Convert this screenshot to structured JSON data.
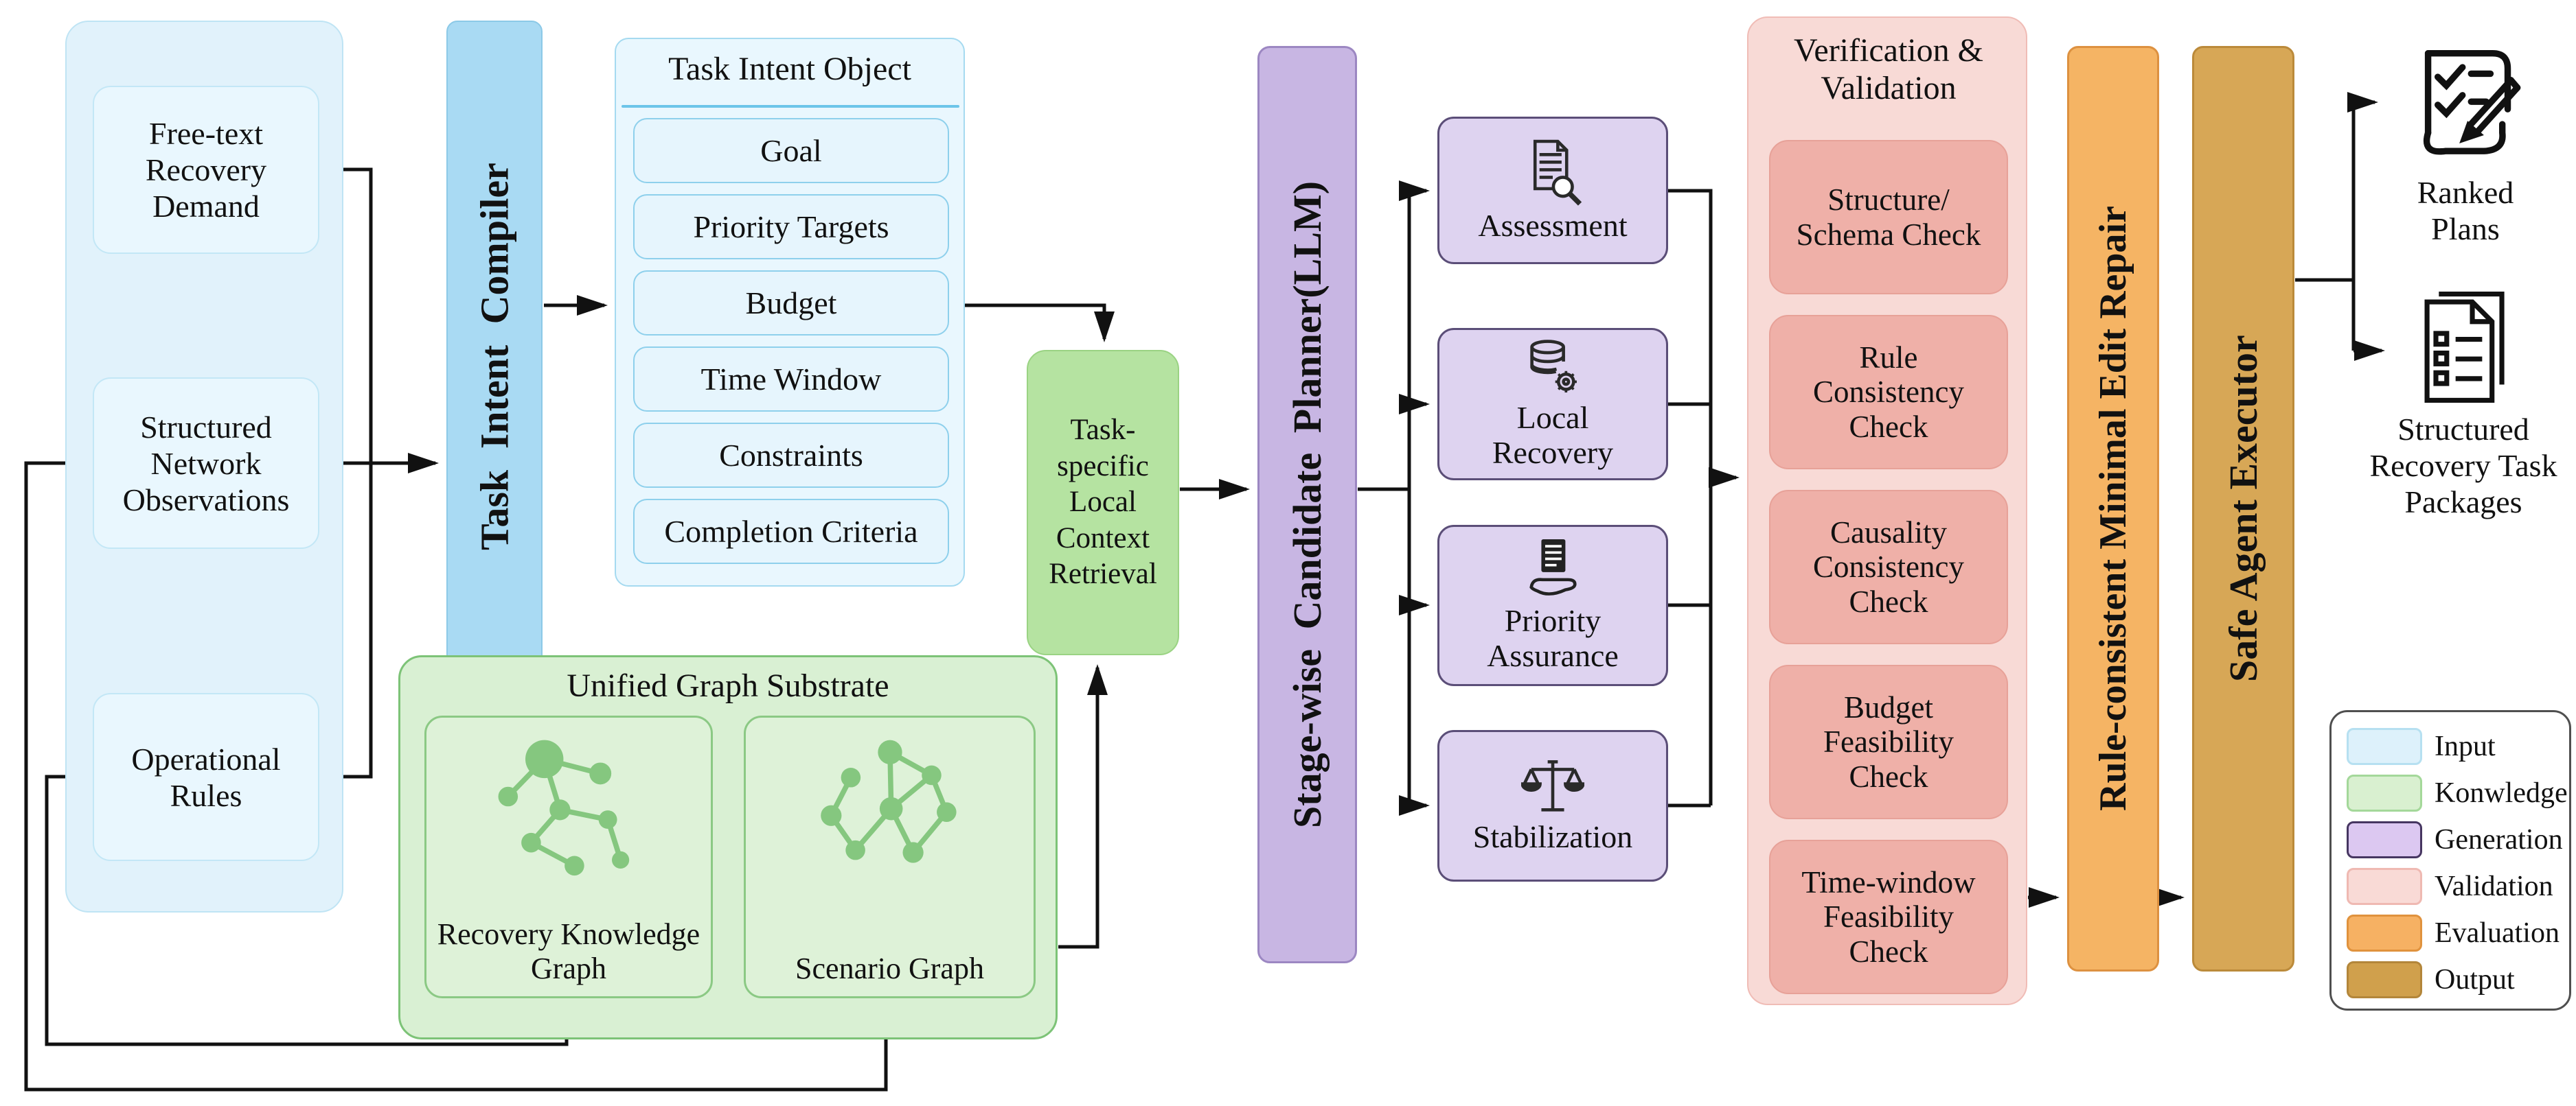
{
  "colors": {
    "input_fill": "#e9f7fe",
    "knowledge_fill": "#d9f0d3",
    "retrieval_fill": "#b5e3a1",
    "generation_fill": "#ded3f0",
    "planner_fill": "#c8b6e3",
    "validation_fill": "#f8dad6",
    "check_fill": "#efb0a8",
    "evaluation_fill": "#f5b464",
    "output_fill": "#d7a756",
    "compiler_fill": "#a9daf3",
    "graph_node_green": "#85c77f",
    "wire": "#111111"
  },
  "inputs": {
    "items": [
      {
        "label": "Free-text Recovery Demand"
      },
      {
        "label": "Structured Network Observations"
      },
      {
        "label": "Operational Rules"
      }
    ]
  },
  "compiler": {
    "label": "Task Intent Compiler"
  },
  "task_intent_object": {
    "title": "Task Intent Object",
    "fields": [
      "Goal",
      "Priority Targets",
      "Budget",
      "Time Window",
      "Constraints",
      "Completion Criteria"
    ]
  },
  "graph_substrate": {
    "title": "Unified Graph Substrate",
    "knowledge_graph": "Recovery Knowledge Graph",
    "scenario_graph": "Scenario Graph"
  },
  "retrieval": {
    "label": "Task-specific Local Context Retrieval"
  },
  "planner": {
    "label": "Stage-wise Candidate Planner(LLM)"
  },
  "stages": {
    "items": [
      {
        "label": "Assessment",
        "icon": "document-magnifier-icon"
      },
      {
        "label": "Local Recovery",
        "icon": "database-gear-icon"
      },
      {
        "label": "Priority Assurance",
        "icon": "document-hand-icon"
      },
      {
        "label": "Stabilization",
        "icon": "balance-scale-icon"
      }
    ]
  },
  "validation": {
    "title": "Verification & Validation",
    "checks": [
      "Structure/ Schema Check",
      "Rule Consistency Check",
      "Causality Consistency Check",
      "Budget Feasibility Check",
      "Time-window Feasibility Check"
    ]
  },
  "repair": {
    "label": "Rule-consistent Minimal Edit Repair"
  },
  "executor": {
    "label": "Safe Agent Executor"
  },
  "outputs": {
    "ranked": {
      "label": "Ranked Plans",
      "icon": "checklist-pen-icon"
    },
    "packages": {
      "label": "Structured Recovery Task Packages",
      "icon": "task-package-icon"
    }
  },
  "legend": {
    "items": [
      {
        "label": "Input",
        "color": "#ddf1fb",
        "border": "#b6e0f1"
      },
      {
        "label": "Konwledge",
        "color": "#d9f0d0",
        "border": "#a4d89a"
      },
      {
        "label": "Generation",
        "color": "#dcc8f1",
        "border": "#463661"
      },
      {
        "label": "Validation",
        "color": "#f9dad6",
        "border": "#efb9b2"
      },
      {
        "label": "Evaluation",
        "color": "#f6b163",
        "border": "#e0923d"
      },
      {
        "label": "Output",
        "color": "#d0a04c",
        "border": "#b3863a"
      }
    ]
  }
}
